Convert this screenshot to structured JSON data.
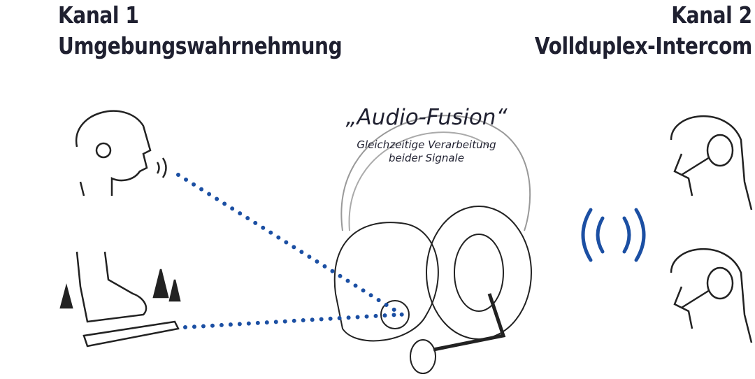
{
  "channel1": {
    "label": "Kanal 1",
    "name": "Umgebungswahrnehmung"
  },
  "channel2": {
    "label": "Kanal 2",
    "name": "Vollduplex-Intercom"
  },
  "center": {
    "title": "„Audio-Fusion“",
    "subtitle_line1": "Gleichzeitige Verarbeitung",
    "subtitle_line2": "beider Signale"
  },
  "colors": {
    "accent": "#1b4fa3",
    "ink": "#1f2030"
  }
}
